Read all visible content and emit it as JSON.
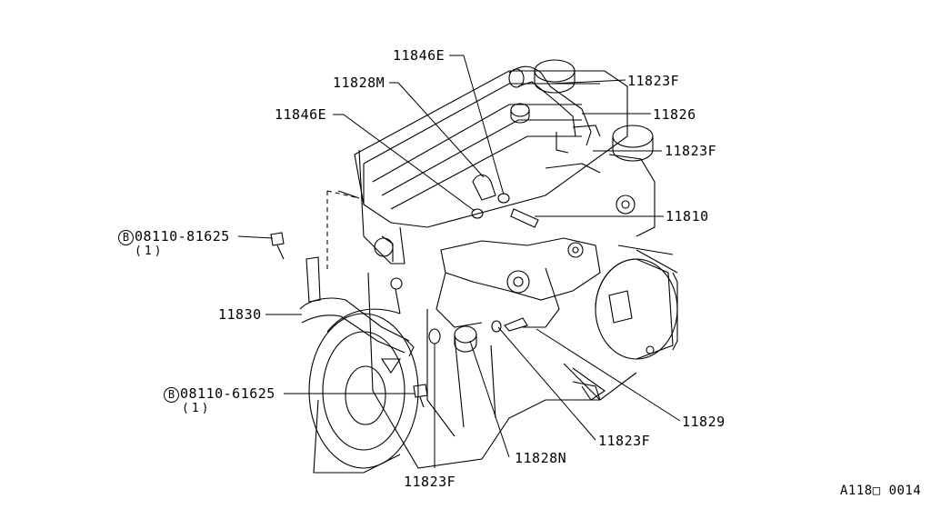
{
  "diagram": {
    "parts": {
      "p11846E_top": "11846E",
      "p11828M": "11828M",
      "p11846E_left": "11846E",
      "p11823F_top": "11823F",
      "p11826": "11826",
      "p11823F_mid": "11823F",
      "p11810": "11810",
      "p11830": "11830",
      "p11829": "11829",
      "p11823F_lower": "11823F",
      "p11828N": "11828N",
      "p11823F_bottom": "11823F"
    },
    "bolts": [
      {
        "prefix": "B",
        "number": "08110-81625",
        "qty": "(1)"
      },
      {
        "prefix": "B",
        "number": "08110-61625",
        "qty": "(1)"
      }
    ],
    "figure_code": "A118□ 0014"
  }
}
